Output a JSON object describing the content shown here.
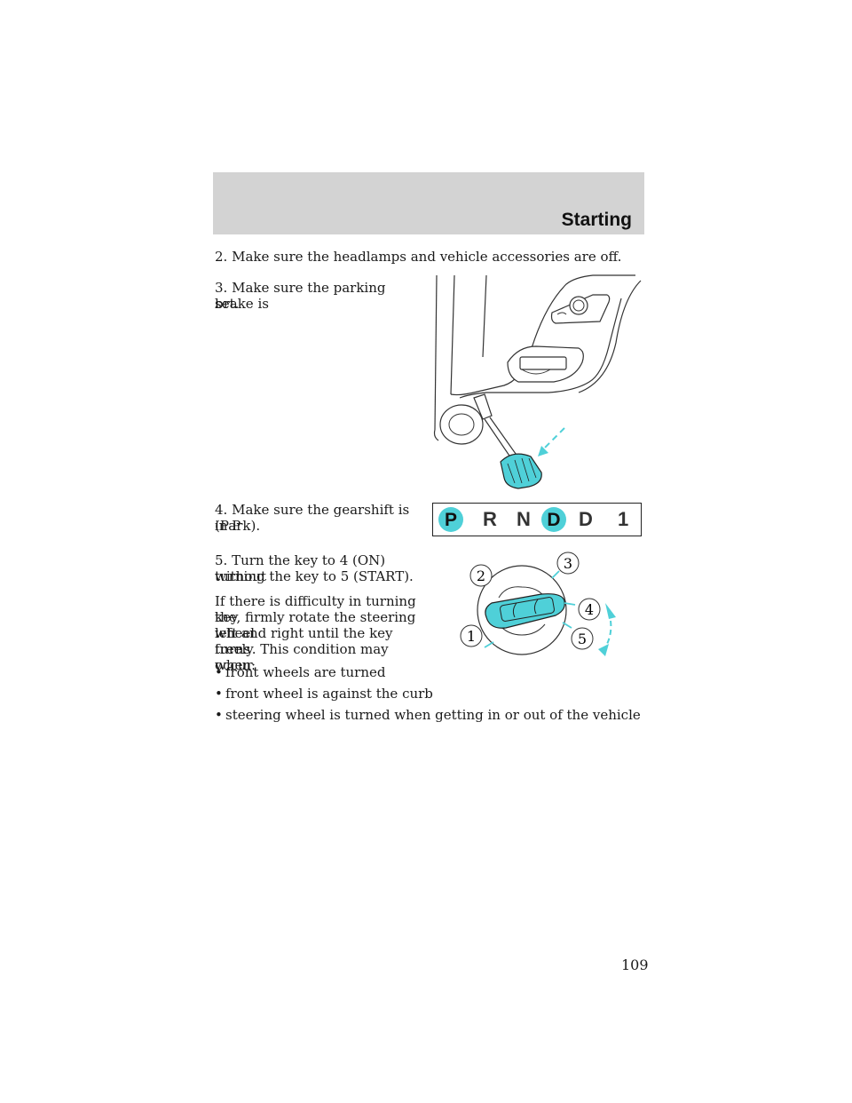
{
  "header": {
    "section_title": "Starting"
  },
  "steps": {
    "step2": "2. Make sure the headlamps and vehicle accessories are off.",
    "step3_line1": "3. Make sure the parking brake is",
    "step3_line2": "set.",
    "step4_line1": "4. Make sure the gearshift is in P",
    "step4_line2": "(Park).",
    "step5_line1": "5. Turn the key to 4 (ON) without",
    "step5_line2": "turning the key to 5 (START).",
    "difficulty_lines": [
      "If there is difficulty in turning the",
      "key, firmly rotate the steering wheel",
      "left and right until the key turns",
      "freely. This condition may occur",
      "when:"
    ],
    "bullets": [
      "front wheels are turned",
      "front wheel is against the curb",
      "steering wheel is turned when getting in or out of the vehicle"
    ]
  },
  "gear_indicator": {
    "positions": [
      "P",
      "R",
      "N",
      "D",
      "D",
      "1"
    ]
  },
  "ignition_figure": {
    "labels": [
      "1",
      "2",
      "3",
      "4",
      "5"
    ]
  },
  "bullet_symbol": "•",
  "footer": {
    "page_number": "109"
  },
  "colors": {
    "accent_cyan": "#4fd0d8",
    "header_band": "#d3d3d3"
  }
}
